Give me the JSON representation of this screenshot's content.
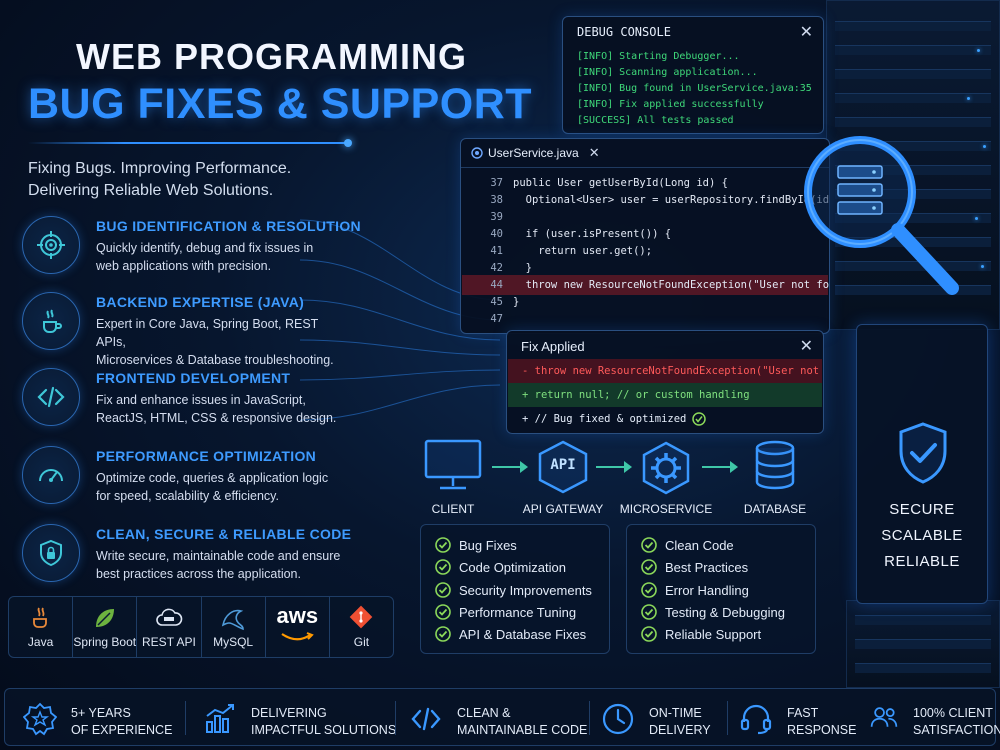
{
  "hero": {
    "title_line1": "WEB PROGRAMMING",
    "title_line2": "BUG FIXES & SUPPORT",
    "subtitle_line1": "Fixing Bugs. Improving Performance.",
    "subtitle_line2": "Delivering Reliable Web Solutions."
  },
  "features": [
    {
      "icon": "target-icon",
      "title": "BUG IDENTIFICATION & RESOLUTION",
      "desc_line1": "Quickly identify, debug and fix issues in",
      "desc_line2": "web applications with precision."
    },
    {
      "icon": "java-icon",
      "title": "BACKEND EXPERTISE (JAVA)",
      "desc_line1": "Expert in Core Java, Spring Boot, REST APIs,",
      "desc_line2": "Microservices & Database troubleshooting."
    },
    {
      "icon": "code-brackets-icon",
      "title": "FRONTEND DEVELOPMENT",
      "desc_line1": "Fix and enhance issues in JavaScript,",
      "desc_line2": "ReactJS, HTML, CSS & responsive design."
    },
    {
      "icon": "speedometer-icon",
      "title": "PERFORMANCE OPTIMIZATION",
      "desc_line1": "Optimize code, queries & application logic",
      "desc_line2": "for speed, scalability & efficiency."
    },
    {
      "icon": "shield-lock-icon",
      "title": "CLEAN, SECURE & RELIABLE CODE",
      "desc_line1": "Write secure, maintainable code and ensure",
      "desc_line2": "best practices across the application."
    }
  ],
  "tech": [
    {
      "icon": "java-icon",
      "label": "Java"
    },
    {
      "icon": "spring-leaf-icon",
      "label": "Spring Boot"
    },
    {
      "icon": "cloud-api-icon",
      "label": "REST API"
    },
    {
      "icon": "mysql-dolphin-icon",
      "label": "MySQL"
    },
    {
      "icon": "aws-logo-icon",
      "label": "aws"
    },
    {
      "icon": "git-icon",
      "label": "Git"
    }
  ],
  "console": {
    "title": "DEBUG CONSOLE",
    "lines": [
      "[INFO] Starting Debugger...",
      "[INFO] Scanning application...",
      "[INFO] Bug found in UserService.java:35",
      "[INFO] Fix applied successfully",
      "[SUCCESS] All tests passed"
    ]
  },
  "editor": {
    "tab": "UserService.java",
    "line_numbers": [
      "37",
      "38",
      "39",
      "40",
      "41",
      "42",
      "44",
      "45",
      "47"
    ],
    "lines": [
      "public User getUserById(Long id) {",
      "  Optional<User> user = userRepository.findById(id);",
      "",
      "  if (user.isPresent()) {",
      "    return user.get();",
      "  }",
      "  throw new ResourceNotFoundException(\"User not found\");",
      "}",
      ""
    ]
  },
  "fix": {
    "title": "Fix Applied",
    "removed": "- throw new ResourceNotFoundException(\"User not found\");",
    "added1": "+ return null; // or custom handling",
    "added2": "+ // Bug fixed & optimized"
  },
  "flow": {
    "api_text": "API",
    "nodes": [
      "CLIENT",
      "API GATEWAY",
      "MICROSERVICE",
      "DATABASE"
    ]
  },
  "checklist_left": [
    "Bug Fixes",
    "Code Optimization",
    "Security Improvements",
    "Performance Tuning",
    "API & Database Fixes"
  ],
  "checklist_right": [
    "Clean Code",
    "Best Practices",
    "Error Handling",
    "Testing & Debugging",
    "Reliable Support"
  ],
  "badge": {
    "line1": "SECURE",
    "line2": "SCALABLE",
    "line3": "RELIABLE"
  },
  "stats": [
    {
      "icon": "star-badge-icon",
      "line1": "5+ YEARS",
      "line2": "OF EXPERIENCE"
    },
    {
      "icon": "bar-chart-icon",
      "line1": "DELIVERING",
      "line2": "IMPACTFUL SOLUTIONS"
    },
    {
      "icon": "code-brackets-icon",
      "line1": "CLEAN &",
      "line2": "MAINTAINABLE CODE"
    },
    {
      "icon": "clock-icon",
      "line1": "ON-TIME",
      "line2": "DELIVERY"
    },
    {
      "icon": "headset-icon",
      "line1": "FAST",
      "line2": "RESPONSE"
    },
    {
      "icon": "users-icon",
      "line1": "100% CLIENT",
      "line2": "SATISFACTION"
    }
  ],
  "colors": {
    "accent_blue": "#2f8fff",
    "console_green": "#3fd97a",
    "check_green": "#8bd85a",
    "removed_red": "#ff4d4d",
    "flow_teal": "#3fc7a8"
  }
}
